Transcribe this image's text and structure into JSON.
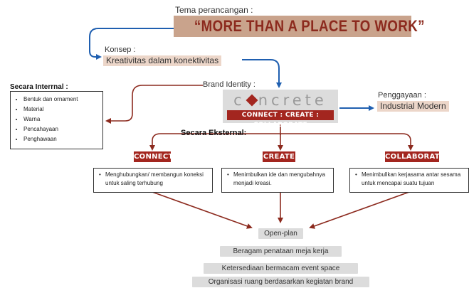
{
  "tema": {
    "label": "Tema perancangan :",
    "title": "“MORE THAN A PLACE TO WORK”"
  },
  "konsep": {
    "label": "Konsep :",
    "value": "Kreativitas dalam konektivitas"
  },
  "brand": {
    "label": "Brand Identity :",
    "logo_word_left": "c",
    "logo_word_right": "ncrete",
    "logo_strip": "CONNECT : CREATE : COLLABORATE"
  },
  "penggayaan": {
    "label": "Penggayaan :",
    "value": "Industrial Modern"
  },
  "internal": {
    "title": "Secara Interrnal :",
    "items": [
      "Bentuk dan ornament",
      "Material",
      "Warna",
      "Pencahayaan",
      "Penghawaan"
    ]
  },
  "eksternal": {
    "title": "Secara Eksternal:",
    "connect": {
      "tag": "CONNECT",
      "desc": "Menghubungkan/ membangun koneksi untuk saling terhubung"
    },
    "create": {
      "tag": "CREATE",
      "desc": "Menimbulkan ide dan mengubahnya menjadi kreasi."
    },
    "collaborate": {
      "tag": "COLLABORATE",
      "desc": "Menimbullkan kerjasama antar sesama untuk mencapai suatu tujuan"
    }
  },
  "outcomes": [
    "Open-plan",
    "Beragam penataan meja kerja",
    "Ketersediaan bermacam event space",
    "Organisasi ruang berdasarkan kegiatan brand"
  ],
  "colors": {
    "accent_red": "#a3261f",
    "arrow_red": "#8c2a1e",
    "arrow_blue": "#1f5fb0",
    "title_bg": "#c9a38c",
    "highlight_bg": "#ecd6c9",
    "pill_bg": "#dcdcdc"
  }
}
